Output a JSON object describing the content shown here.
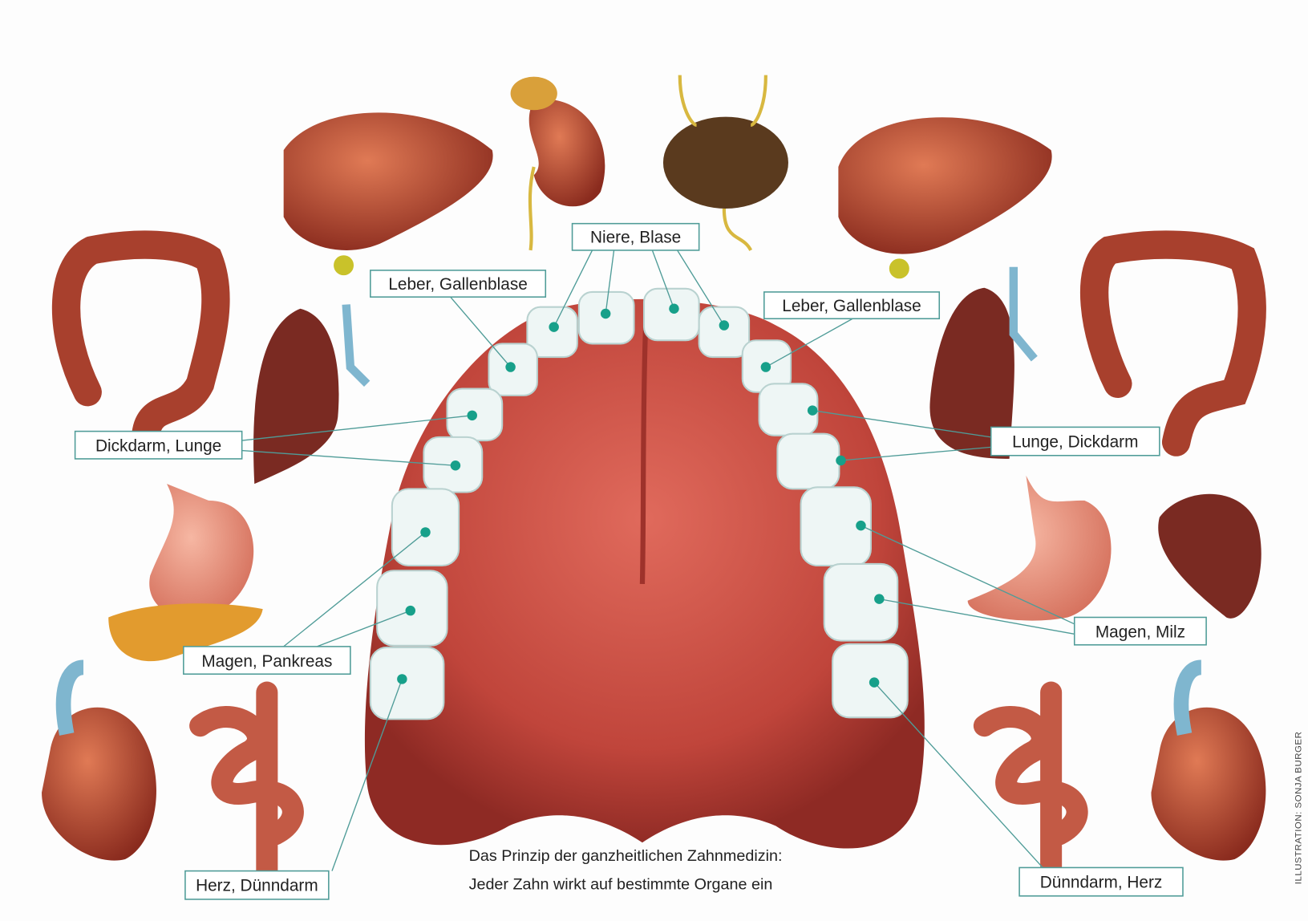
{
  "labels": {
    "niere_blase": "Niere, Blase",
    "leber_gallenblase_left": "Leber, Gallenblase",
    "leber_gallenblase_right": "Leber, Gallenblase",
    "dickdarm_lunge": "Dickdarm, Lunge",
    "lunge_dickdarm": "Lunge, Dickdarm",
    "magen_pankreas": "Magen, Pankreas",
    "magen_milz": "Magen, Milz",
    "herz_duenndarm": "Herz, Dünndarm",
    "duenndarm_herz": "Dünndarm, Herz"
  },
  "caption": {
    "line1": "Das Prinzip der ganzheitlichen Zahnmedizin:",
    "line2": "Jeder Zahn wirkt auf bestimmte Organe ein"
  },
  "credit": "ILLUSTRATION: SONJA BURGER",
  "colors": {
    "accent": "#17a08a",
    "box_border": "#4f9c98",
    "palate": "#c0453b",
    "tooth": "#eef6f5"
  }
}
